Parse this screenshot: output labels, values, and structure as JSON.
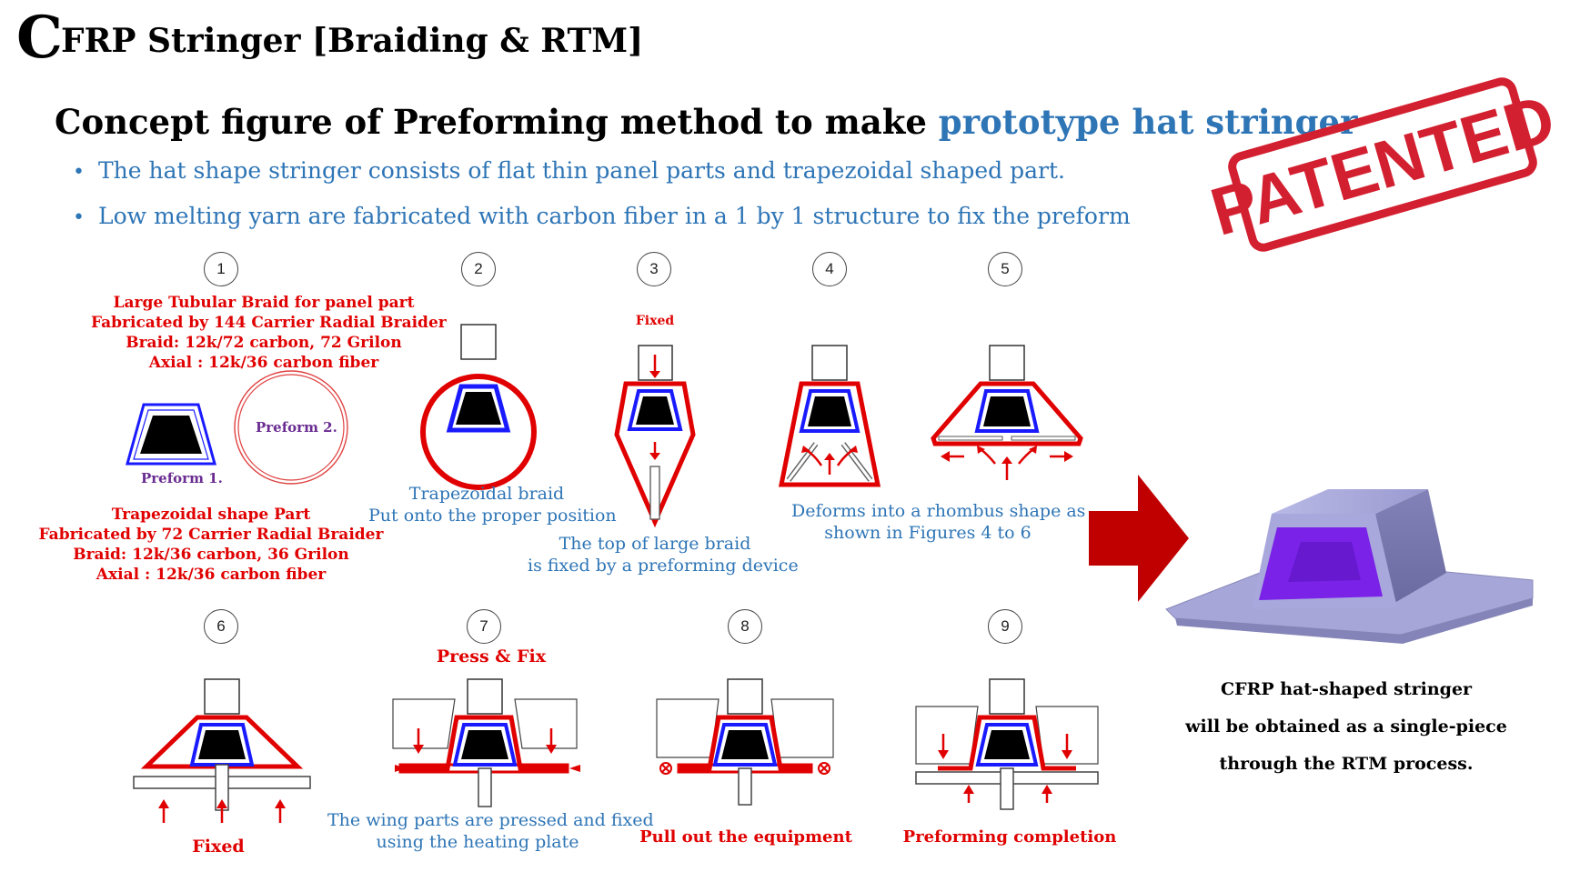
{
  "title": {
    "initial": "C",
    "rest": "FRP Stringer [Braiding & RTM]"
  },
  "subtitle": {
    "text": "Concept figure of Preforming method to make ",
    "highlight": "prototype hat stringer"
  },
  "bullets": [
    "The hat shape stringer consists of flat thin panel parts and trapezoidal shaped part.",
    "Low melting yarn are fabricated with carbon fiber in a 1 by 1 structure to fix the preform"
  ],
  "stamp": {
    "text": "PATENTED"
  },
  "steps": [
    "1",
    "2",
    "3",
    "4",
    "5",
    "6",
    "7",
    "8",
    "9"
  ],
  "step1": {
    "top_lines": [
      "Large Tubular Braid for panel part",
      "Fabricated by 144 Carrier  Radial  Braider",
      "Braid: 12k/72 carbon, 72 Grilon",
      "Axial : 12k/36 carbon fiber"
    ],
    "preform1": "Preform 1.",
    "preform2": "Preform 2.",
    "bottom_lines": [
      "Trapezoidal shape Part",
      "Fabricated by 72 Carrier Radial Braider",
      "Braid: 12k/36 carbon, 36 Grilon",
      "Axial : 12k/36 carbon fiber"
    ]
  },
  "step2": {
    "lines": [
      "Trapezoidal braid",
      "Put onto the proper position"
    ]
  },
  "step3": {
    "fixed": "Fixed",
    "lines": [
      "The top of large braid",
      "is fixed by a preforming device"
    ]
  },
  "step45": {
    "lines": [
      "Deforms into a rhombus shape as",
      "shown in Figures 4 to 6"
    ]
  },
  "step6": {
    "label": "Fixed"
  },
  "step7": {
    "top": "Press & Fix",
    "lines": [
      "The wing parts are pressed and fixed",
      "using the heating plate"
    ]
  },
  "step8": {
    "label": "Pull out the equipment"
  },
  "step9": {
    "label": "Preforming completion"
  },
  "result": {
    "lines": [
      "CFRP hat-shaped stringer",
      "will be obtained as a single-piece",
      "through the RTM process."
    ]
  },
  "colors": {
    "braid_red": "#e00000",
    "braid_blue": "#1a1aff",
    "text_blue": "#2e75b6",
    "arrow_red": "#c00000",
    "stamp_red": "#d32030",
    "stringer_purple": "#7a22e8"
  }
}
